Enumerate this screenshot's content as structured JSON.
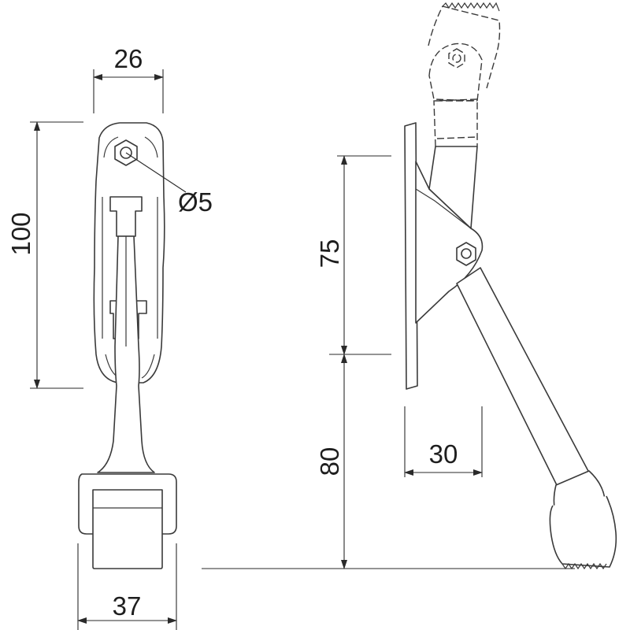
{
  "dimensions": {
    "top_width": "26",
    "hole_diameter": "Ø5",
    "height": "100",
    "bottom_width": "37",
    "upper_height": "75",
    "lower_height": "80",
    "offset": "30"
  },
  "colors": {
    "line": "#3a3a3a",
    "background": "#ffffff"
  }
}
